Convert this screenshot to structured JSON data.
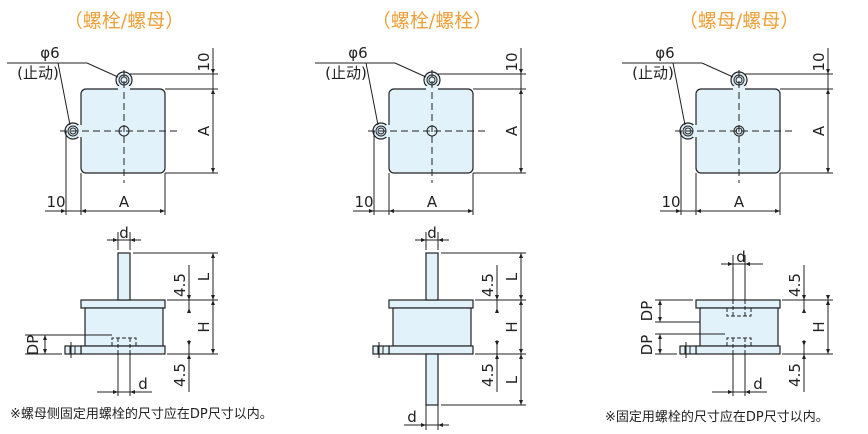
{
  "panels": [
    {
      "title": "（螺栓/螺母）",
      "type": "bolt-nut"
    },
    {
      "title": "（螺栓/螺栓）",
      "type": "bolt-bolt"
    },
    {
      "title": "（螺母/螺母）",
      "type": "nut-nut"
    }
  ],
  "labels": {
    "hole": "φ6",
    "stop": "(止动)",
    "ten": "10",
    "A": "A",
    "d": "d",
    "L": "L",
    "H": "H",
    "DP": "DP",
    "four_five": "4.5"
  },
  "notes": {
    "left": "※螺母侧固定用螺栓的尺寸应在DP尺寸以内。",
    "right": "※固定用螺栓的尺寸应在DP尺寸以内。"
  },
  "colors": {
    "title": "#eea13a",
    "part_fill": "#e2f2fb",
    "line": "#222222"
  }
}
